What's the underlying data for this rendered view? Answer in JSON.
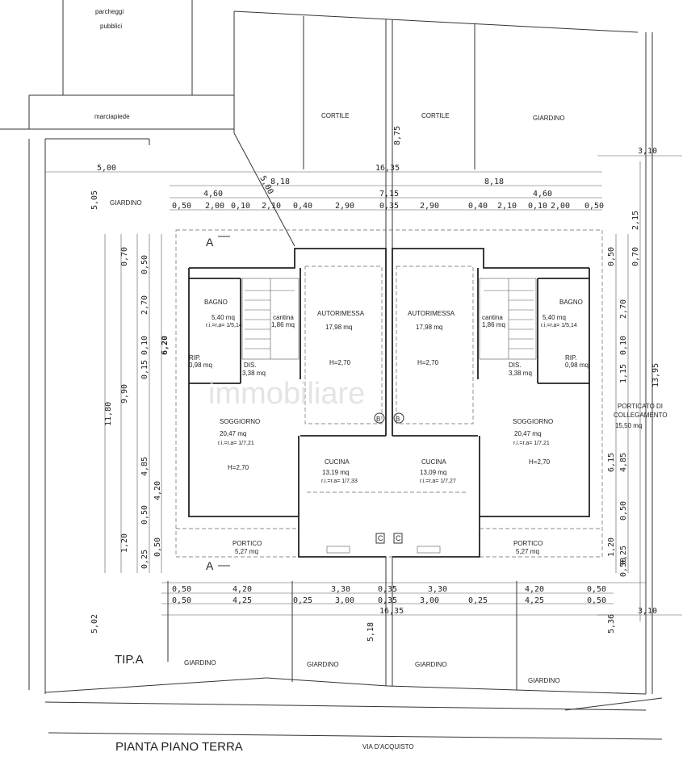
{
  "title": "PIANTA PIANO TERRA",
  "type_label": "TIP.A",
  "street": "VIA D'ACQUISTO",
  "top_labels": {
    "parking_1": "parcheggi",
    "parking_2": "pubblici",
    "sidewalk": "marciapiede"
  },
  "outdoor": {
    "cortile": "CORTILE",
    "giardino": "GIARDINO"
  },
  "section_marks": {
    "a": "A",
    "b": "B",
    "c": "C"
  },
  "rooms": {
    "bagno": "BAGNO",
    "bagno_area": "5,40 mq",
    "bagno_ratio": "r.i.=r.a= 1/5,14",
    "cantina": "cantina",
    "cantina_area": "1,86 mq",
    "rip": "RIP.",
    "rip_area": "0,98 mq",
    "dis": "DIS.",
    "dis_area": "3,38 mq",
    "autorimessa": "AUTORIMESSA",
    "autorimessa_area": "17,98 mq",
    "autorimessa_h": "H=2,70",
    "soggiorno": "SOGGIORNO",
    "soggiorno_area": "20,47 mq",
    "soggiorno_ratio": "r.i.=r.a= 1/7,21",
    "soggiorno_h": "H=2,70",
    "cucina": "CUCINA",
    "cucina_left_area": "13,19 mq",
    "cucina_left_ratio": "r.i.=r.a= 1/7,33",
    "cucina_right_area": "13,09 mq",
    "cucina_right_ratio": "r.i.=r.a= 1/7,27",
    "portico": "PORTICO",
    "portico_area": "5,27 mq",
    "porticato_1": "PORTICATO DI",
    "porticato_2": "COLLEGAMENTO",
    "porticato_area": "15,50 mq"
  },
  "dimensions": {
    "top_total": "16,35",
    "top_half": "8,18",
    "top_half_inner": "4,60",
    "top_mid": "7,15",
    "top_5": "5,00",
    "top_row": [
      "0,50",
      "2,00",
      "0,10",
      "2,10",
      "0,40",
      "2,90",
      "0,35",
      "2,90",
      "0,40",
      "2,10",
      "0,10",
      "2,00",
      "0,50"
    ],
    "bottom_row1": [
      "0,50",
      "4,20",
      "3,30",
      "0,35",
      "3,30",
      "4,20",
      "0,50"
    ],
    "bottom_row2": [
      "0,50",
      "4,25",
      "0,25",
      "3,00",
      "0,35",
      "3,00",
      "0,25",
      "4,25",
      "0,50"
    ],
    "bottom_total": "16,35",
    "left_outer": "11,80",
    "left_mid": "9,90",
    "left_inner": "6,20",
    "left_top": "5,05",
    "left_bottom": "5,02",
    "left_segments": [
      "0,70",
      "0,50",
      "2,70",
      "0,10",
      "0,15",
      "4,85",
      "4,20",
      "0,50",
      "1,20",
      "0,25",
      "0,50"
    ],
    "right_outer": "13,95",
    "right_top": "3,10",
    "right_bottom": "3,10",
    "right_2_15": "2,15",
    "right_6_15": "6,15",
    "right_5_36": "5,36",
    "right_segments": [
      "0,50",
      "0,70",
      "2,70",
      "0,10",
      "1,15",
      "4,85",
      "0,50",
      "1,20",
      "0,25",
      "0,50"
    ],
    "cortile_depth": "8,75",
    "front_depth": "5,18",
    "h_270": "H=2,70"
  },
  "watermark": "immobiliare"
}
